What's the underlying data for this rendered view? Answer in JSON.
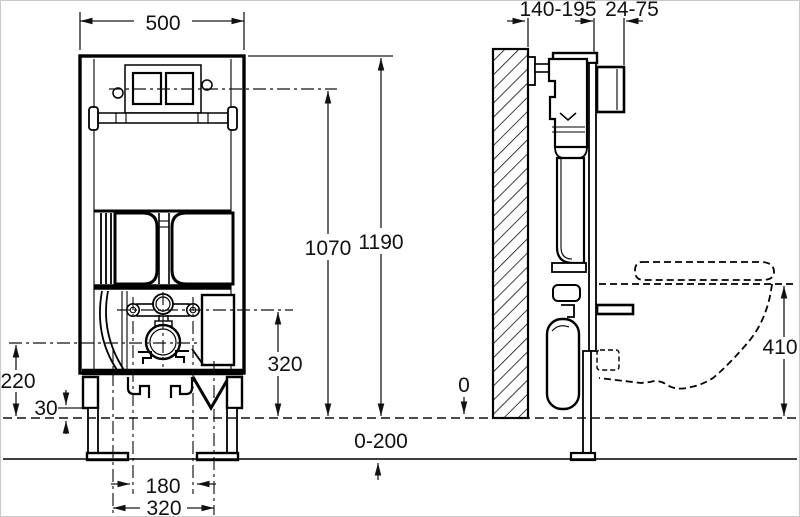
{
  "colors": {
    "line": "#000000",
    "background": "#ffffff"
  },
  "dimensions": {
    "front": {
      "frame_width": "500",
      "frame_height": "1190",
      "actuation_axis_height": "1070",
      "fixing_axis_height": "320",
      "outlet_axis_height": "220",
      "leg_adjustment": "30",
      "fixing_bolt_spacing": "180",
      "connection_spacing": "320"
    },
    "side": {
      "frame_depth": "140-195",
      "flush_plate_recess": "24-75",
      "bowl_rim_height": "410",
      "floor_reference": "0",
      "floor_buildup_range": "0-200"
    }
  }
}
